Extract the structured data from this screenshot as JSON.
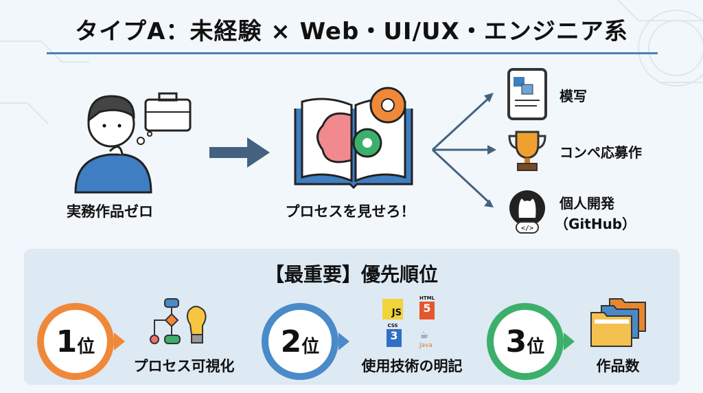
{
  "title": "タイプA：未経験 × Web・UI/UX・エンジニア系",
  "flow": {
    "start_label": "実務作品ゼロ",
    "middle_label": "プロセスを見せろ！",
    "outcomes": [
      {
        "label": "模写",
        "icon": "tablet-wireframe-icon"
      },
      {
        "label": "コンペ応募作",
        "icon": "trophy-icon"
      },
      {
        "label": "個人開発",
        "sub": "（GitHub）",
        "icon": "github-icon"
      }
    ]
  },
  "priority": {
    "title": "【最重要】優先順位",
    "ranks": [
      {
        "num": "1",
        "unit": "位",
        "label": "プロセス可視化",
        "color": "#f0883a",
        "icon": "flowchart-lightbulb-icon"
      },
      {
        "num": "2",
        "unit": "位",
        "label": "使用技術の明記",
        "color": "#4a8ac8",
        "icon": "tech-logos-icon",
        "logos": [
          "JS",
          "HTML",
          "CSS",
          "Java"
        ]
      },
      {
        "num": "3",
        "unit": "位",
        "label": "作品数",
        "color": "#3cb06a",
        "icon": "folders-icon"
      }
    ]
  }
}
